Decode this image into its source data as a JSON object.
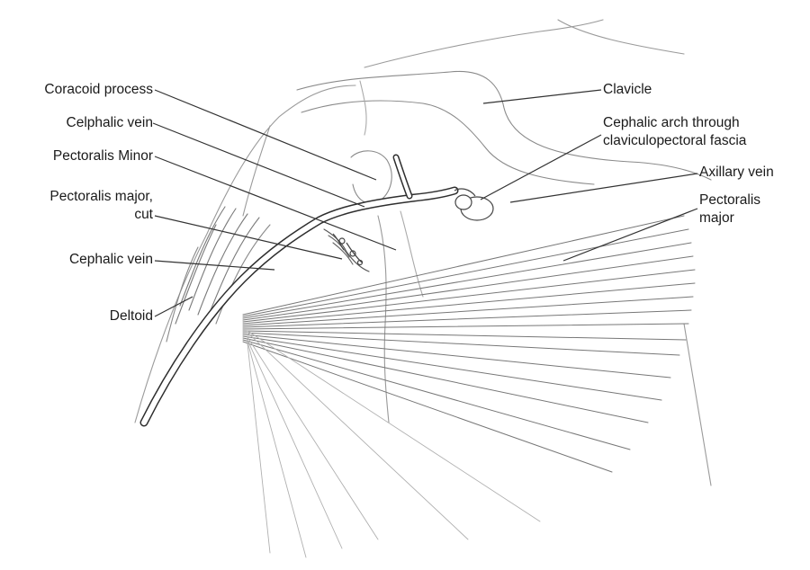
{
  "figure": {
    "labels_left": [
      {
        "id": "coracoid-process",
        "lines": [
          "Coracoid process"
        ]
      },
      {
        "id": "celphalic-vein",
        "lines": [
          "Celphalic vein"
        ]
      },
      {
        "id": "pectoralis-minor",
        "lines": [
          "Pectoralis Minor"
        ]
      },
      {
        "id": "pectoralis-major-cut",
        "lines": [
          "Pectoralis major,",
          "cut"
        ]
      },
      {
        "id": "cephalic-vein",
        "lines": [
          "Cephalic vein"
        ]
      },
      {
        "id": "deltoid",
        "lines": [
          "Deltoid"
        ]
      }
    ],
    "labels_right": [
      {
        "id": "clavicle",
        "lines": [
          "Clavicle"
        ]
      },
      {
        "id": "cephalic-arch",
        "lines": [
          "Cephalic arch through",
          "claviculopectoral fascia"
        ]
      },
      {
        "id": "axillary-vein",
        "lines": [
          "Axillary vein"
        ]
      },
      {
        "id": "pectoralis-major",
        "lines": [
          "Pectoralis",
          "major"
        ]
      }
    ]
  },
  "colors": {
    "label_text": "#1a1a1a",
    "leader_line": "#333333",
    "sketch_line": "#8a8a8a",
    "vein_fill": "#ffffff",
    "vein_outline": "#2e2e2e"
  }
}
